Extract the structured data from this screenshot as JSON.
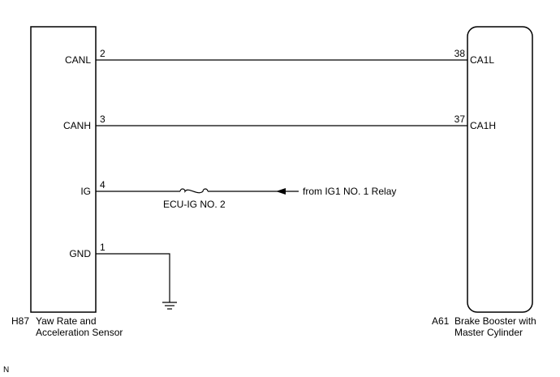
{
  "left_component": {
    "code": "H87",
    "name_line1": "Yaw Rate and",
    "name_line2": "Acceleration Sensor",
    "terminals": [
      {
        "pin": "2",
        "name": "CANL"
      },
      {
        "pin": "3",
        "name": "CANH"
      },
      {
        "pin": "4",
        "name": "IG"
      },
      {
        "pin": "1",
        "name": "GND"
      }
    ]
  },
  "right_component": {
    "code": "A61",
    "name_line1": "Brake Booster with",
    "name_line2": "Master Cylinder",
    "terminals": [
      {
        "pin": "38",
        "name": "CA1L"
      },
      {
        "pin": "37",
        "name": "CA1H"
      }
    ]
  },
  "fuse": {
    "label": "ECU-IG NO. 2"
  },
  "source": {
    "label": "from IG1 NO. 1 Relay"
  },
  "corner_mark": "N"
}
